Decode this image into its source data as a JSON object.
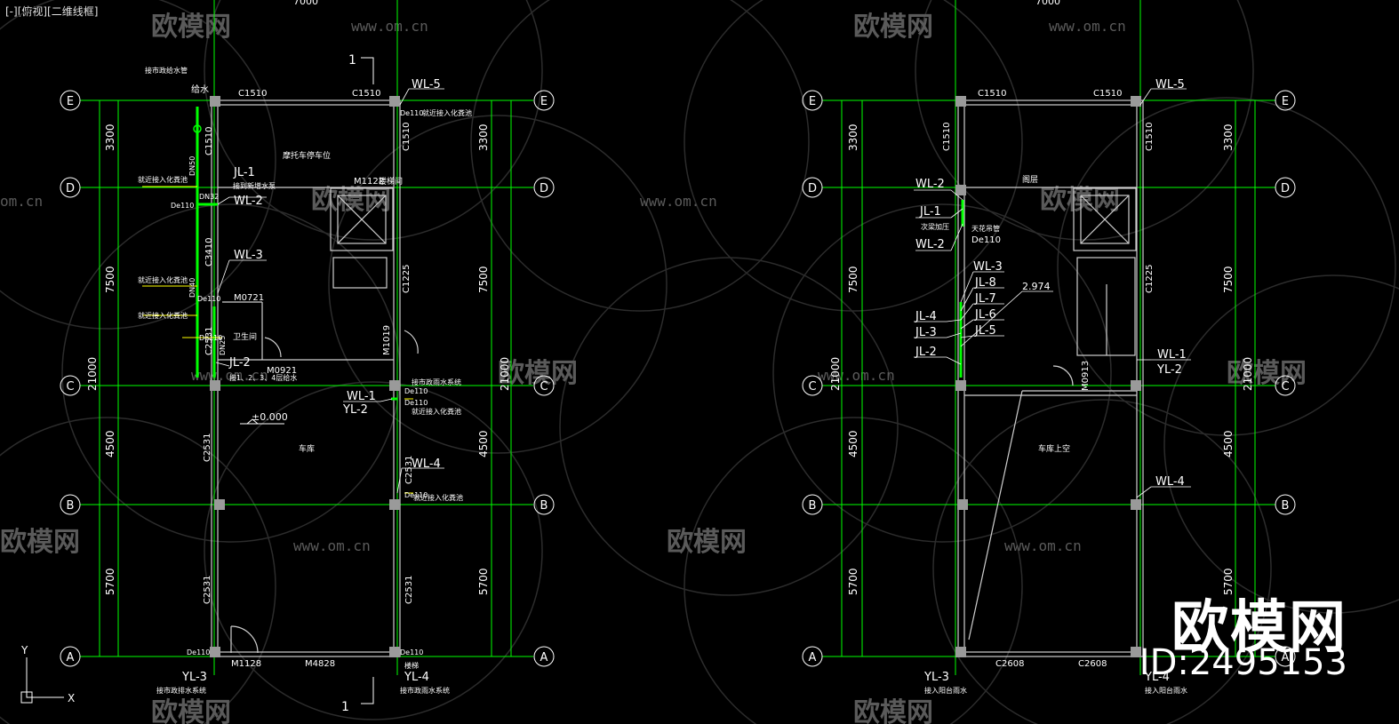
{
  "viewport_label": "[-][俯视][二维线框]",
  "overlay": {
    "brand": "欧模网",
    "id": "ID:2495153",
    "wm_text": "欧模网",
    "wm_url": "www.om.cn",
    "wm_url_partial": "om.cn"
  },
  "dims": {
    "total_width": "7000",
    "total_height": "21000",
    "d3300": "3300",
    "d7500": "7500",
    "d4500": "4500",
    "d5700": "5700"
  },
  "grid_labels": [
    "E",
    "D",
    "C",
    "B",
    "A"
  ],
  "section_mark": "1",
  "plan_left": {
    "windows": [
      "C1510",
      "C1510",
      "C1510",
      "C1510",
      "C3410",
      "C1225",
      "C2531",
      "C2531",
      "C2531",
      "C2531",
      "C2531"
    ],
    "doors": [
      "M1122",
      "M0721",
      "M1019",
      "M0921",
      "M1128",
      "M4828"
    ],
    "pipes": [
      "WL-5",
      "JL-1",
      "WL-2",
      "WL-3",
      "JL-2",
      "WL-1",
      "YL-2",
      "WL-4",
      "YL-3",
      "YL-4"
    ],
    "rooms": [
      "摩托车停车位",
      "卫生间",
      "车库",
      "楼梯间"
    ],
    "elevation": "±0.000",
    "notes": [
      "接市政给水管",
      "给水",
      "DN50",
      "DN32",
      "DN40",
      "DN25",
      "De110",
      "接市政排水系统",
      "接市政雨水系统",
      "就近接入化粪池",
      "接到新增水泵",
      "接1、2、3、4层给水",
      "楼梯"
    ]
  },
  "plan_right": {
    "windows": [
      "C1510",
      "C1510",
      "C1510",
      "C1510",
      "C1225",
      "C2608",
      "C2608"
    ],
    "doors": [
      "M0913"
    ],
    "pipes": [
      "WL-5",
      "WL-2",
      "JL-1",
      "WL-2",
      "WL-3",
      "JL-8",
      "JL-7",
      "JL-6",
      "JL-4",
      "JL-3",
      "JL-5",
      "JL-2",
      "WL-1",
      "YL-2",
      "WL-4",
      "YL-3",
      "YL-4"
    ],
    "rooms": [
      "阁层",
      "车库上空"
    ],
    "elevation": "2.974",
    "notes": [
      "De110",
      "次梁加压",
      "天花吊管",
      "接入阳台雨水"
    ]
  },
  "ucs": {
    "x": "X",
    "y": "Y"
  },
  "colors": {
    "grid": "#00ff00",
    "wall": "#cfcfcf",
    "text": "#ffffff",
    "pipe_label": "#ffffff",
    "pipe": "#00ff00",
    "pipe_yellow": "#ffff00",
    "circle": "#cccccc",
    "watermark": "#5a5a5a"
  }
}
